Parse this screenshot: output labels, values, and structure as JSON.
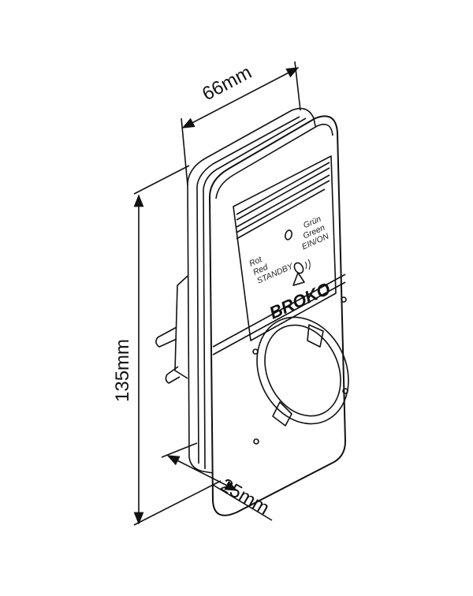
{
  "dimensions": {
    "width": "66mm",
    "height": "135mm",
    "depth": "25mm"
  },
  "device": {
    "brand": "BROKO",
    "led_left": {
      "line1": "Rot",
      "line2": "Red",
      "line3": "STANDBY"
    },
    "led_right": {
      "line1": "Grün",
      "line2": "Green",
      "line3": "EIN/ON"
    }
  },
  "colors": {
    "ink": "#111111",
    "background": "#ffffff"
  }
}
